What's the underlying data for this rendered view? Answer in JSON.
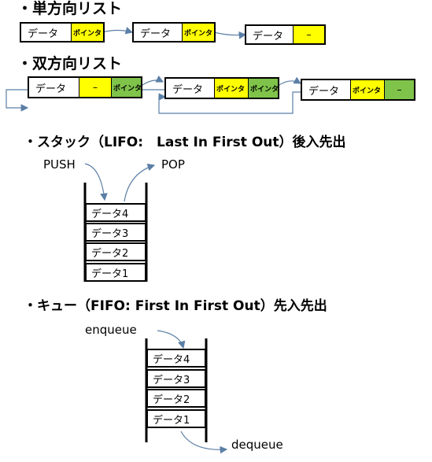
{
  "section1": {
    "heading": "・単方向リスト",
    "nodes": [
      {
        "data": "データ",
        "pointer": "ポインタ"
      },
      {
        "data": "データ",
        "pointer": "ポインタ"
      },
      {
        "data": "データ",
        "pointer": "–"
      }
    ]
  },
  "section2": {
    "heading": "・双方向リスト",
    "nodes": [
      {
        "data": "データ",
        "prev": "–",
        "next": "ポインタ"
      },
      {
        "data": "データ",
        "prev": "ポインタ",
        "next": "ポインタ"
      },
      {
        "data": "データ",
        "prev": "ポインタ",
        "next": "–"
      }
    ]
  },
  "section3": {
    "heading": "・スタック（LIFO:　Last In First Out）後入先出",
    "push": "PUSH",
    "pop": "POP",
    "items": [
      "データ4",
      "データ3",
      "データ2",
      "データ1"
    ]
  },
  "section4": {
    "heading": "・キュー（FIFO: First In First Out）先入先出",
    "enqueue": "enqueue",
    "dequeue": "dequeue",
    "items": [
      "データ4",
      "データ3",
      "データ2",
      "データ1"
    ]
  },
  "colors": {
    "pointer_yellow": "#ffff00",
    "pointer_green": "#7fc34a",
    "arrow": "#5b7fa6"
  }
}
